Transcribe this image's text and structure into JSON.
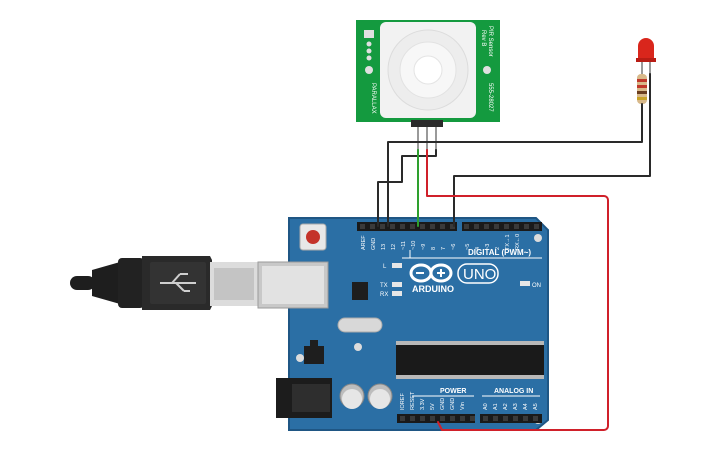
{
  "board": {
    "brand": "ARDUINO",
    "model": "UNO",
    "digital_label": "DIGITAL (PWM~)",
    "power_label": "POWER",
    "analog_label": "ANALOG IN",
    "on_label": "ON",
    "l_label": "L",
    "tx_label": "TX",
    "rx_label": "RX",
    "digital_pins": [
      "AREF",
      "GND",
      "13",
      "12",
      "~11",
      "~10",
      "~9",
      "8",
      "7",
      "~6",
      "~5",
      "4",
      "~3",
      "2",
      "TX→1",
      "RX←0"
    ],
    "power_pins": [
      "IOREF",
      "RESET",
      "3.3V",
      "5V",
      "GND",
      "GND",
      "Vin"
    ],
    "analog_pins": [
      "A0",
      "A1",
      "A2",
      "A3",
      "A4",
      "A5"
    ]
  },
  "sensor": {
    "maker": "PARALLAX",
    "name": "PIR Sensor",
    "revision": "Rev B",
    "part_number": "555-28027"
  },
  "wires": {
    "colors": {
      "black": "#2a2a2a",
      "red": "#d0202a",
      "green": "#2ea02e"
    }
  },
  "colors": {
    "board": "#2b6fa5",
    "board_edge": "#1f5684",
    "pcb_green": "#149a3f",
    "header": "#1a1a1a",
    "led": "#d9261c",
    "resistor": "#d8b98a"
  }
}
